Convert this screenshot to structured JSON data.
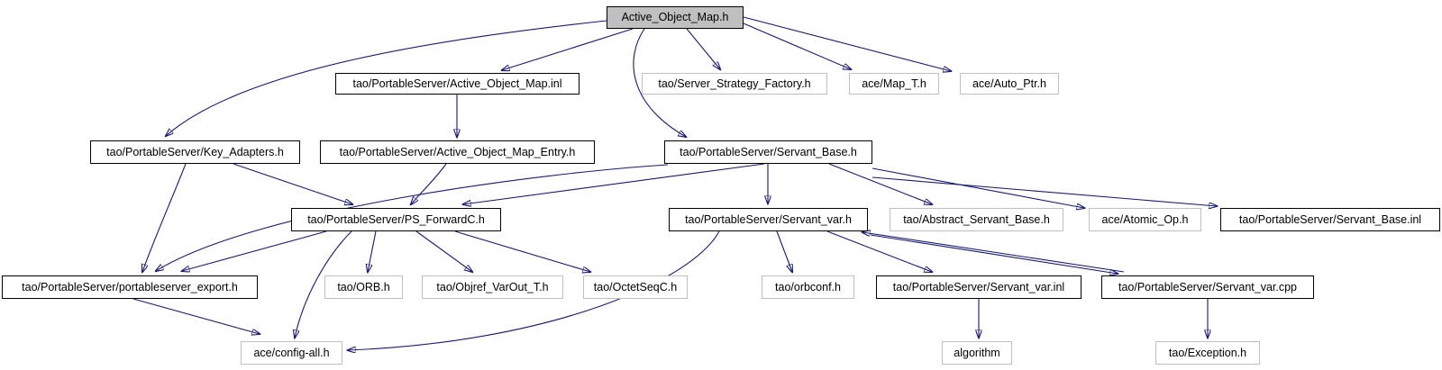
{
  "diagram": {
    "kind": "include-dependency-graph",
    "root": "Active_Object_Map.h",
    "colors": {
      "background": "#ffffff",
      "edge": "#191970",
      "documented_node_border": "#000000",
      "external_node_border": "#c0c0c0",
      "root_node_fill": "#c0c0c0",
      "text": "#000000"
    }
  },
  "nodes": [
    {
      "label": "Active_Object_Map.h",
      "kind": "root"
    },
    {
      "label": "tao/PortableServer/Active_Object_Map.inl",
      "kind": "documented"
    },
    {
      "label": "tao/Server_Strategy_Factory.h",
      "kind": "external"
    },
    {
      "label": "ace/Map_T.h",
      "kind": "external"
    },
    {
      "label": "ace/Auto_Ptr.h",
      "kind": "external"
    },
    {
      "label": "tao/PortableServer/Key_Adapters.h",
      "kind": "documented"
    },
    {
      "label": "tao/PortableServer/Active_Object_Map_Entry.h",
      "kind": "documented"
    },
    {
      "label": "tao/PortableServer/Servant_Base.h",
      "kind": "documented"
    },
    {
      "label": "tao/PortableServer/PS_ForwardC.h",
      "kind": "documented"
    },
    {
      "label": "tao/PortableServer/Servant_var.h",
      "kind": "documented"
    },
    {
      "label": "tao/Abstract_Servant_Base.h",
      "kind": "external"
    },
    {
      "label": "ace/Atomic_Op.h",
      "kind": "external"
    },
    {
      "label": "tao/PortableServer/Servant_Base.inl",
      "kind": "documented"
    },
    {
      "label": "tao/PortableServer/portableserver_export.h",
      "kind": "documented"
    },
    {
      "label": "tao/ORB.h",
      "kind": "external"
    },
    {
      "label": "tao/Objref_VarOut_T.h",
      "kind": "external"
    },
    {
      "label": "tao/OctetSeqC.h",
      "kind": "external"
    },
    {
      "label": "tao/orbconf.h",
      "kind": "external"
    },
    {
      "label": "tao/PortableServer/Servant_var.inl",
      "kind": "documented"
    },
    {
      "label": "tao/PortableServer/Servant_var.cpp",
      "kind": "documented"
    },
    {
      "label": "ace/config-all.h",
      "kind": "external"
    },
    {
      "label": "algorithm",
      "kind": "external"
    },
    {
      "label": "tao/Exception.h",
      "kind": "external"
    }
  ],
  "edges": [
    {
      "from": "Active_Object_Map.h",
      "to": "tao/PortableServer/Key_Adapters.h"
    },
    {
      "from": "Active_Object_Map.h",
      "to": "tao/PortableServer/Active_Object_Map.inl"
    },
    {
      "from": "Active_Object_Map.h",
      "to": "tao/Server_Strategy_Factory.h"
    },
    {
      "from": "Active_Object_Map.h",
      "to": "ace/Map_T.h"
    },
    {
      "from": "Active_Object_Map.h",
      "to": "ace/Auto_Ptr.h"
    },
    {
      "from": "Active_Object_Map.h",
      "to": "tao/PortableServer/Servant_Base.h"
    },
    {
      "from": "tao/PortableServer/Active_Object_Map.inl",
      "to": "tao/PortableServer/Active_Object_Map_Entry.h"
    },
    {
      "from": "tao/PortableServer/Key_Adapters.h",
      "to": "tao/PortableServer/portableserver_export.h"
    },
    {
      "from": "tao/PortableServer/Key_Adapters.h",
      "to": "tao/PortableServer/PS_ForwardC.h"
    },
    {
      "from": "tao/PortableServer/Active_Object_Map_Entry.h",
      "to": "tao/PortableServer/PS_ForwardC.h"
    },
    {
      "from": "tao/PortableServer/Servant_Base.h",
      "to": "tao/PortableServer/PS_ForwardC.h"
    },
    {
      "from": "tao/PortableServer/Servant_Base.h",
      "to": "tao/PortableServer/portableserver_export.h"
    },
    {
      "from": "tao/PortableServer/Servant_Base.h",
      "to": "tao/PortableServer/Servant_var.h"
    },
    {
      "from": "tao/PortableServer/Servant_Base.h",
      "to": "tao/Abstract_Servant_Base.h"
    },
    {
      "from": "tao/PortableServer/Servant_Base.h",
      "to": "ace/Atomic_Op.h"
    },
    {
      "from": "tao/PortableServer/Servant_Base.h",
      "to": "tao/PortableServer/Servant_Base.inl"
    },
    {
      "from": "tao/PortableServer/PS_ForwardC.h",
      "to": "tao/PortableServer/portableserver_export.h"
    },
    {
      "from": "tao/PortableServer/PS_ForwardC.h",
      "to": "tao/ORB.h"
    },
    {
      "from": "tao/PortableServer/PS_ForwardC.h",
      "to": "tao/Objref_VarOut_T.h"
    },
    {
      "from": "tao/PortableServer/PS_ForwardC.h",
      "to": "tao/OctetSeqC.h"
    },
    {
      "from": "tao/PortableServer/PS_ForwardC.h",
      "to": "ace/config-all.h"
    },
    {
      "from": "tao/PortableServer/portableserver_export.h",
      "to": "ace/config-all.h"
    },
    {
      "from": "tao/PortableServer/Servant_var.h",
      "to": "tao/orbconf.h"
    },
    {
      "from": "tao/PortableServer/Servant_var.h",
      "to": "tao/PortableServer/Servant_var.inl"
    },
    {
      "from": "tao/PortableServer/Servant_var.h",
      "to": "tao/PortableServer/Servant_var.cpp"
    },
    {
      "from": "tao/PortableServer/Servant_var.cpp",
      "to": "tao/PortableServer/Servant_var.h"
    },
    {
      "from": "tao/PortableServer/Servant_var.h",
      "to": "ace/config-all.h"
    },
    {
      "from": "tao/PortableServer/Servant_var.inl",
      "to": "algorithm"
    },
    {
      "from": "tao/PortableServer/Servant_var.cpp",
      "to": "tao/Exception.h"
    }
  ]
}
